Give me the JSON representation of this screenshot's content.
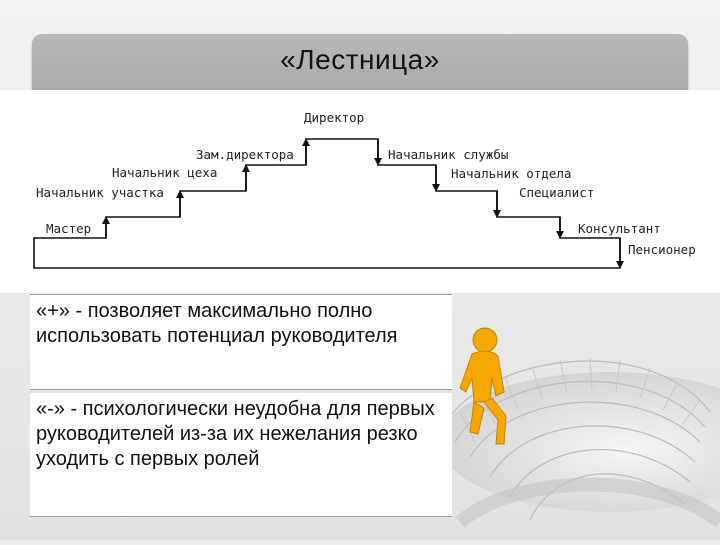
{
  "slide": {
    "title": "«Лестница»"
  },
  "diagram": {
    "levels": [
      {
        "label": "Мастер"
      },
      {
        "label": "Начальник участка"
      },
      {
        "label": "Начальник цеха"
      },
      {
        "label": "Зам.директора"
      },
      {
        "label": "Директор"
      },
      {
        "label": "Начальник службы"
      },
      {
        "label": "Начальник отдела"
      },
      {
        "label": "Специалист"
      },
      {
        "label": "Консультант"
      },
      {
        "label": "Пенсионер"
      }
    ]
  },
  "notes": {
    "plus": "«+» - позволяет максимально полно использовать потенциал руководителя",
    "minus": "«-» - психологически неудобна для первых руководителей из-за их нежелания резко уходить с первых ролей"
  },
  "colors": {
    "title_bar": "#b0b0b0",
    "figure_orange": "#f5a800",
    "stair_gray": "#d8d8d8"
  },
  "icons": {
    "illustration": "person-climbing-spiral-stairs"
  }
}
